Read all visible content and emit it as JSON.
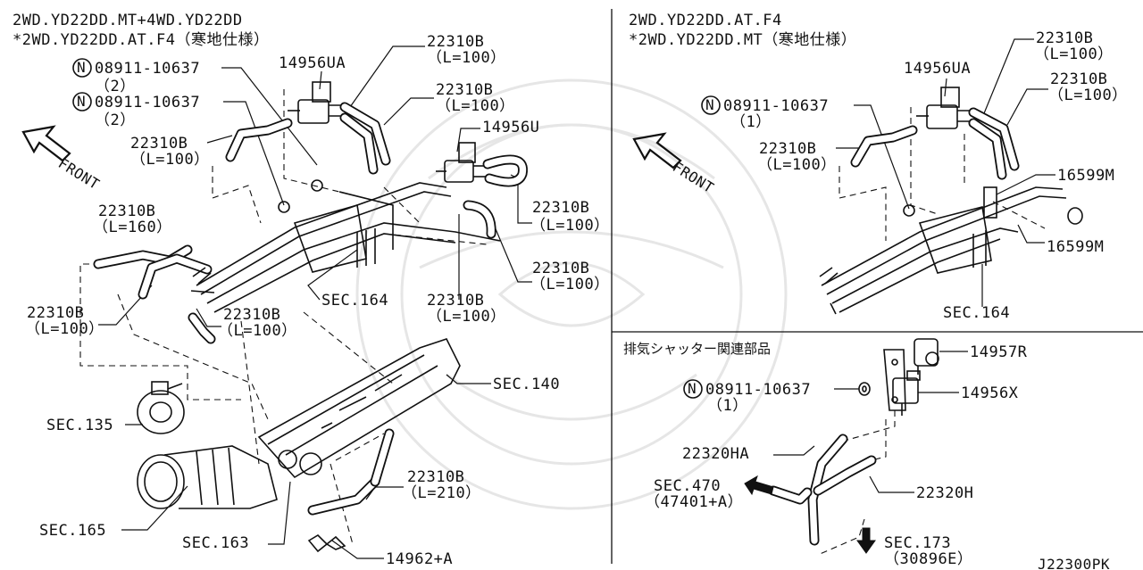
{
  "panels": {
    "left": {
      "heading_line1": "2WD.YD22DD.MT+4WD.YD22DD",
      "heading_line2": "*2WD.YD22DD.AT.F4（寒地仕様）",
      "front": "FRONT",
      "labels": {
        "bolt_a": "08911-10637",
        "bolt_a_qty": "（2）",
        "bolt_b": "08911-10637",
        "bolt_b_qty": "（2）",
        "valve_ua": "14956UA",
        "valve_u": "14956U",
        "hose_a": "22310B",
        "hose_a_len": "（L=100）",
        "hose_b": "22310B",
        "hose_b_len": "（L=100）",
        "hose_c": "22310B",
        "hose_c_len": "（L=100）",
        "hose_d": "22310B",
        "hose_d_len": "（L=160）",
        "hose_e": "22310B",
        "hose_e_len": "（L=100）",
        "hose_f": "22310B",
        "hose_f_len": "（L=100）",
        "hose_g": "22310B",
        "hose_g_len": "（L=100）",
        "hose_h": "22310B",
        "hose_h_len": "（L=100）",
        "hose_i": "22310B",
        "hose_i_len": "（L=100）",
        "hose_j": "22310B",
        "hose_j_len": "（L=210）",
        "sec164": "SEC.164",
        "sec140": "SEC.140",
        "sec135": "SEC.135",
        "sec165": "SEC.165",
        "sec163": "SEC.163",
        "clip": "14962+A"
      }
    },
    "right_top": {
      "heading_line1": "2WD.YD22DD.AT.F4",
      "heading_line2": "*2WD.YD22DD.MT（寒地仕様）",
      "front": "FRONT",
      "labels": {
        "hose_a": "22310B",
        "hose_a_len": "（L=100）",
        "hose_b": "22310B",
        "hose_b_len": "（L=100）",
        "hose_c": "22310B",
        "hose_c_len": "（L=100）",
        "valve_ua": "14956UA",
        "bolt": "08911-10637",
        "bolt_qty": "（1）",
        "cap_a": "16599M",
        "cap_b": "16599M",
        "sec164": "SEC.164"
      }
    },
    "right_bottom": {
      "heading": "排気シャッター関連部品",
      "labels": {
        "valve_r": "14957R",
        "bolt": "08911-10637",
        "bolt_qty": "（1）",
        "valve_x": "14956X",
        "hose_ha": "22320HA",
        "hose_h": "22320H",
        "sec470": "SEC.470",
        "sec470_ref": "（47401+A）",
        "sec173": "SEC.173",
        "sec173_ref": "（30896E）"
      }
    }
  },
  "figure_id": "J22300PK"
}
